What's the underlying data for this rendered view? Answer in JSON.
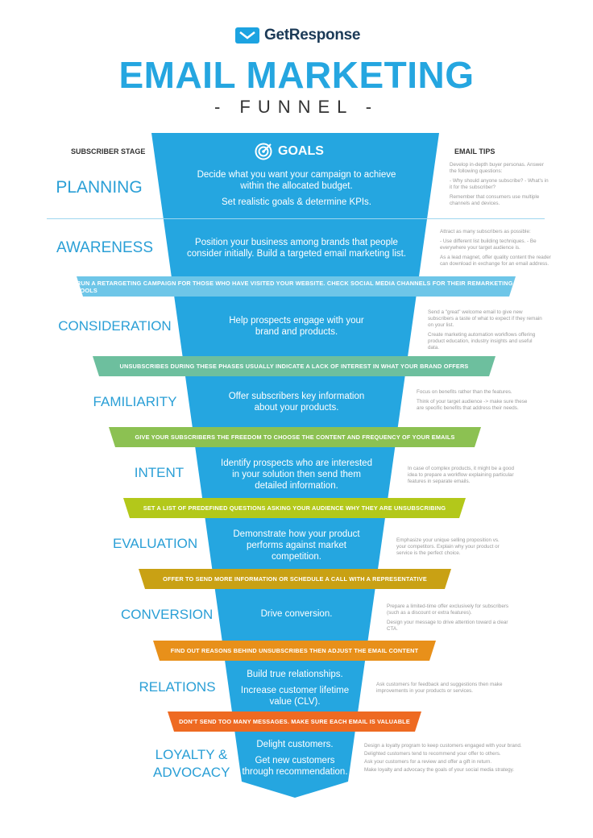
{
  "brand": "GetResponse",
  "title": "EMAIL MARKETING",
  "subtitle": "- FUNNEL -",
  "headers": {
    "stage": "SUBSCRIBER STAGE",
    "goals": "GOALS",
    "tips": "EMAIL TIPS"
  },
  "stages": [
    {
      "name": "PLANNING",
      "goals": [
        "Decide what you want your campaign to achieve within the allocated budget.",
        "Set realistic goals & determine KPIs."
      ],
      "tips": [
        "Develop in-depth buyer personas. Answer the following questions:",
        "- Why should anyone subscribe? - What's in it for the subscriber?",
        "Remember that consumers use multiple channels and devices."
      ]
    },
    {
      "name": "AWARENESS",
      "goals": [
        "Position your business among brands that people consider initially. Build a targeted email marketing list."
      ],
      "tips": [
        "Attract as many subscribers as possible:",
        "- Use different list building techniques. - Be everywhere your target audience is.",
        "As a lead magnet, offer quality content the reader can download in exchange for an email address."
      ]
    },
    {
      "name": "CONSIDERATION",
      "goals": [
        "Help prospects engage with your brand and products."
      ],
      "tips": [
        "Send a \"great\" welcome email to give new subscribers a taste of what to expect if they remain on your list.",
        "Create marketing automation workflows offering product education, industry insights and useful data."
      ]
    },
    {
      "name": "FAMILIARITY",
      "goals": [
        "Offer subscribers key information about your products."
      ],
      "tips": [
        "Focus on benefits rather than the features.",
        "Think of your target audience -> make sure these are specific benefits that address their needs."
      ]
    },
    {
      "name": "INTENT",
      "goals": [
        "Identify prospects who are interested in your solution then send them detailed information."
      ],
      "tips": [
        "In case of complex products, it might be a good idea to prepare a workflow explaining particular features in separate emails."
      ]
    },
    {
      "name": "EVALUATION",
      "goals": [
        "Demonstrate how your product performs against market competition."
      ],
      "tips": [
        "Emphasize your unique selling proposition vs. your competitors. Explain why your product or service is the perfect choice."
      ]
    },
    {
      "name": "CONVERSION",
      "goals": [
        "Drive conversion."
      ],
      "tips": [
        "Prepare a limited-time offer exclusively for subscribers (such as a discount or extra features).",
        "Design your message to drive attention toward a clear CTA."
      ]
    },
    {
      "name": "RELATIONS",
      "goals": [
        "Build true relationships.",
        "Increase customer lifetime value (CLV)."
      ],
      "tips": [
        "Ask customers for feedback and suggestions then make improvements in your products or services."
      ]
    },
    {
      "name": "LOYALTY & ADVOCACY",
      "goals": [
        "Delight customers.",
        "Get new customers through recommendation."
      ],
      "tips": [
        "Design a loyalty program to keep customers engaged with your brand.",
        "Delighted customers tend to recommend your offer to others.",
        "Ask your customers for a review and offer a gift in return.",
        "Make loyalty and advocacy the goals of your social media strategy."
      ]
    }
  ],
  "bands": [
    {
      "text": "RUN A RETARGETING CAMPAIGN FOR THOSE WHO HAVE VISITED YOUR WEBSITE. CHECK SOCIAL MEDIA CHANNELS FOR THEIR REMARKETING TOOLS",
      "color": "#6ec6e8"
    },
    {
      "text": "UNSUBSCRIBES DURING THESE PHASES USUALLY INDICATE A LACK OF INTEREST IN WHAT YOUR BRAND OFFERS",
      "color": "#6dbf9e"
    },
    {
      "text": "GIVE YOUR SUBSCRIBERS THE FREEDOM TO CHOOSE THE CONTENT AND FREQUENCY OF YOUR EMAILS",
      "color": "#8cc152"
    },
    {
      "text": "SET A LIST OF PREDEFINED QUESTIONS ASKING YOUR AUDIENCE WHY THEY ARE UNSUBSCRIBING",
      "color": "#b3c81a"
    },
    {
      "text": "OFFER TO SEND MORE INFORMATION OR SCHEDULE A CALL WITH A REPRESENTATIVE",
      "color": "#c9a114"
    },
    {
      "text": "FIND OUT REASONS BEHIND UNSUBSCRIBES THEN ADJUST THE EMAIL CONTENT",
      "color": "#e8901a"
    },
    {
      "text": "DON'T SEND TOO MANY MESSAGES. MAKE SURE EACH EMAIL IS VALUABLE",
      "color": "#ee6a22"
    }
  ]
}
